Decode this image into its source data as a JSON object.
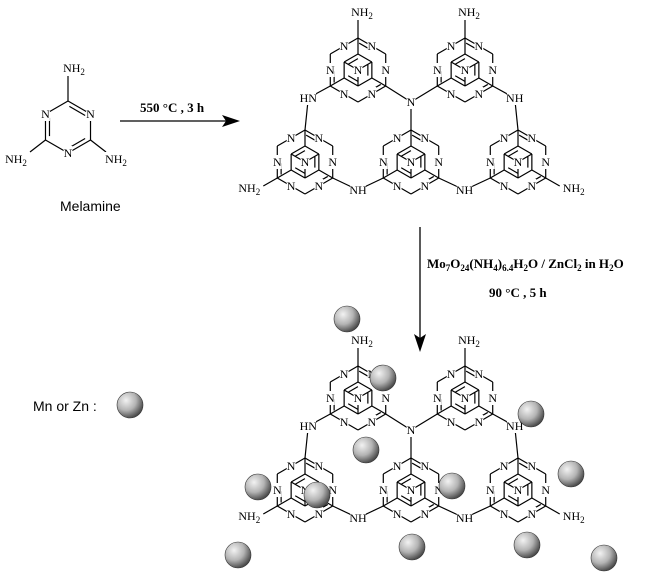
{
  "melamine": {
    "name": "Melamine",
    "groups": [
      "NH2",
      "NH2",
      "NH2"
    ]
  },
  "step1": {
    "condition": "550 °C , 3 h"
  },
  "step2": {
    "reagent_parts": [
      "Mo",
      "7",
      "O",
      "24",
      "(NH",
      "4",
      ")",
      "6.4",
      "H",
      "2",
      "O / ZnCl",
      "2",
      " in H",
      "2",
      "O"
    ],
    "condition": "90 °C , 5 h"
  },
  "atoms": {
    "ring_n": "N",
    "amine_nh": "HN",
    "amine_nh_r": "NH",
    "bridge_n": "N",
    "nh_sub": "NH",
    "nh_h": "H",
    "nh2": "NH2"
  },
  "legend": {
    "label": "Mn or Zn :"
  },
  "colors": {
    "sphere_light": "#f2f2f2",
    "sphere_mid": "#b4b4b4",
    "sphere_dark": "#4a4a4a"
  }
}
